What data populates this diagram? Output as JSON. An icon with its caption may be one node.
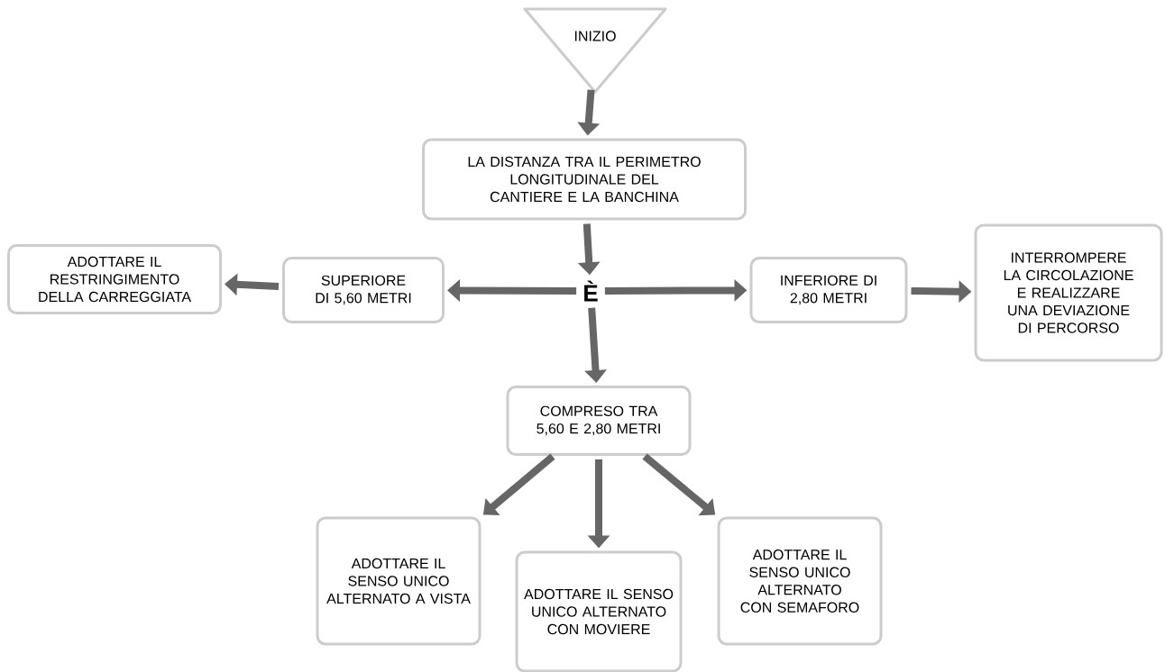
{
  "diagram": {
    "nodes": [
      {
        "text": [
          "INIZIO"
        ]
      },
      {
        "text": [
          "LA DISTANZA TRA IL PERIMETRO LONGITUDINALE DEL CANTIERE E LA BANCHINA"
        ]
      },
      {
        "text": [
          "È"
        ]
      },
      {
        "text": [
          "SUPERIORE DI 5,60 METRI"
        ]
      },
      {
        "text": [
          "ADOTTARE IL RESTRINGIMENTO DELLA CARREGGIATA"
        ]
      },
      {
        "text": [
          "INFERIORE DI 2,80 METRI"
        ]
      },
      {
        "text": [
          "INTERROMPERE LA CIRCOLAZIONE E REALIZZARE UNA DEVIAZIONE DI PERCORSO"
        ]
      },
      {
        "text": [
          "COMPRESO TRA 5,60 E 2,80 METRI"
        ]
      },
      {
        "text": [
          "ADOTTARE IL SENSO UNICO ALTERNATO A VISTA"
        ]
      },
      {
        "text": [
          "ADOTTARE IL SENSO UNICO ALTERNATO CON MOVIERE"
        ]
      },
      {
        "text": [
          "ADOTTARE IL SENSO UNICO ALTERNATO CON SEMAFORO"
        ]
      }
    ],
    "edges": [
      {
        "from": 0,
        "to": 1,
        "arrow": "to"
      },
      {
        "from": 1,
        "to": 2,
        "arrow": "to"
      },
      {
        "from": 2,
        "to": 3,
        "arrow": "to"
      },
      {
        "from": 3,
        "to": 4,
        "arrow": "to"
      },
      {
        "from": 2,
        "to": 5,
        "arrow": "to"
      },
      {
        "from": 5,
        "to": 6,
        "arrow": "to"
      },
      {
        "from": 2,
        "to": 7,
        "arrow": "to"
      },
      {
        "from": 7,
        "to": 8,
        "arrow": "to"
      },
      {
        "from": 7,
        "to": 9,
        "arrow": "to"
      },
      {
        "from": 7,
        "to": 10,
        "arrow": "to"
      }
    ]
  }
}
